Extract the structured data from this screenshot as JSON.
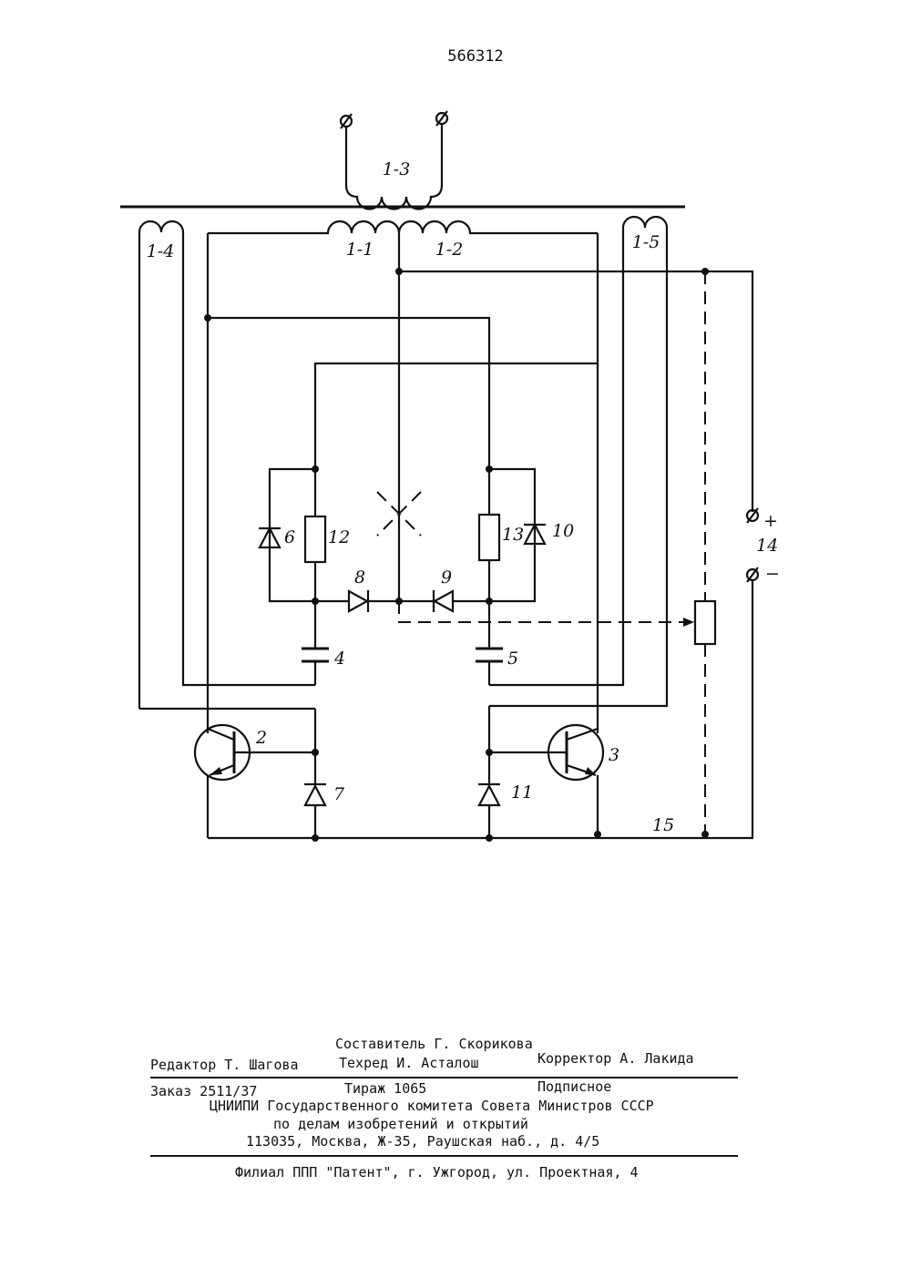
{
  "patent_number": "566312",
  "diagram": {
    "labels": {
      "winding_1_3": "1-3",
      "winding_1_1": "1-1",
      "winding_1_2": "1-2",
      "winding_1_4": "1-4",
      "winding_1_5": "1-5",
      "transistor_2": "2",
      "transistor_3": "3",
      "capacitor_4": "4",
      "capacitor_5": "5",
      "diode_6": "6",
      "diode_7": "7",
      "diode_8": "8",
      "diode_9": "9",
      "diode_10": "10",
      "diode_11": "11",
      "resistor_12": "12",
      "resistor_13": "13",
      "terminals_14": "14",
      "plus": "+",
      "minus": "−",
      "line_15": "15"
    }
  },
  "footer": {
    "compiler": "Составитель   Г. Скорикова",
    "editor": "Редактор Т. Шагова",
    "techred": "Техред   И. Асталош",
    "corrector": "Корректор  А. Лакида",
    "order": "Заказ 2511/37",
    "circulation": "Тираж 1065",
    "subscription": "Подписное",
    "org_line1": "ЦНИИПИ Государственного комитета Совета Министров СССР",
    "org_line2": "по делам изобретений и открытий",
    "address": "113035, Москва, Ж-35, Раушская наб., д. 4/5",
    "branch": "Филиал ППП \"Патент\", г. Ужгород, ул. Проектная, 4"
  }
}
